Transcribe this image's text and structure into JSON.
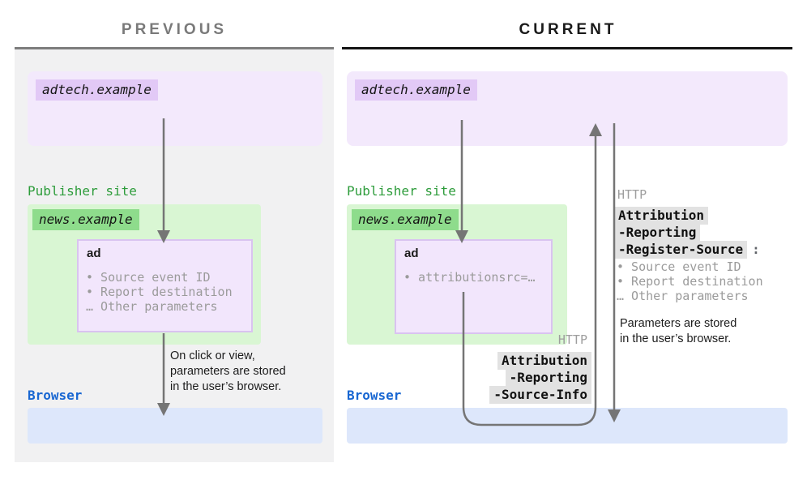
{
  "panels": {
    "previous": {
      "title": "PREVIOUS",
      "adtech_label": "adtech.example",
      "publisher_label": "Publisher site",
      "news_label": "news.example",
      "ad_title": "ad",
      "ad_bullets": [
        "• Source event ID",
        "• Report destination",
        "… Other parameters"
      ],
      "caption_lines": [
        "On click or view,",
        "parameters are stored",
        "in the user’s browser."
      ],
      "browser_label": "Browser"
    },
    "current": {
      "title": "CURRENT",
      "adtech_label": "adtech.example",
      "publisher_label": "Publisher site",
      "news_label": "news.example",
      "ad_title": "ad",
      "ad_bullets": [
        "• attributionsrc=…"
      ],
      "request": {
        "protocol_label": "HTTP",
        "header_lines": [
          "Attribution",
          "-Reporting",
          "-Register-Source"
        ],
        "header_suffix": ":",
        "bullets": [
          "• Source event ID",
          "• Report destination",
          "… Other parameters"
        ],
        "caption_lines": [
          "Parameters are stored",
          "in the user’s browser."
        ]
      },
      "response": {
        "protocol_label": "HTTP",
        "header_lines": [
          "Attribution",
          "-Reporting",
          "-Source-Info"
        ]
      },
      "browser_label": "Browser"
    }
  },
  "colors": {
    "panel_bg": "#f1f1f2",
    "purple_box": "#f3e9fc",
    "purple_highlight": "#e2c9f6",
    "green_box": "#d9f6d3",
    "green_highlight": "#8edc8c",
    "green_text": "#2d9c3b",
    "blue_box": "#dde7fb",
    "browser_text": "#1967d2",
    "ad_box_border": "#d9c3f0",
    "arrow_gray": "#757575",
    "muted_text": "#9b9b9b",
    "header_highlight": "#e2e2e2"
  }
}
